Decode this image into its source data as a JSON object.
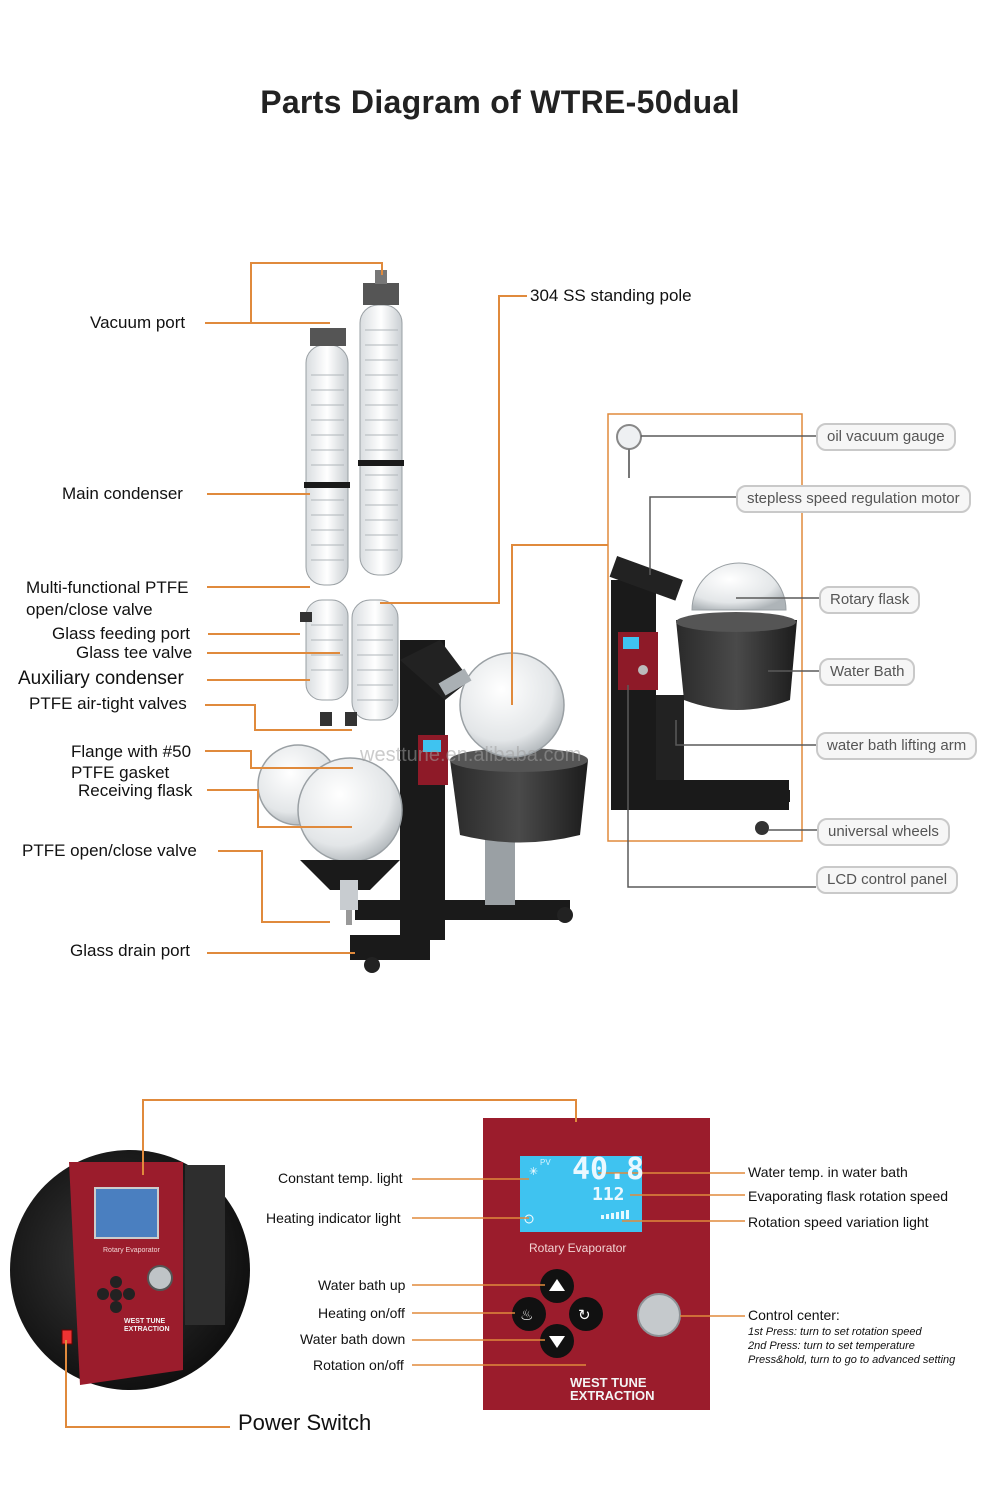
{
  "title": "Parts Diagram of WTRE-50dual",
  "left_labels": {
    "vacuum_port": "Vacuum port",
    "main_condenser": "Main condenser",
    "multi_valve_1": "Multi-functional PTFE",
    "multi_valve_2": "open/close valve",
    "glass_feeding_port": "Glass feeding port",
    "glass_tee_valve": "Glass tee valve",
    "auxiliary_condenser": "Auxiliary condenser",
    "ptfe_airtight": "PTFE air-tight valves",
    "flange_1": "Flange with #50",
    "flange_2": "PTFE gasket",
    "receiving_flask": "Receiving flask",
    "ptfe_open_close": "PTFE open/close valve",
    "glass_drain_port": "Glass drain port"
  },
  "pole_label": "304 SS standing pole",
  "watermark": "westtune.en.alibaba.com",
  "right_labels": {
    "oil_vacuum_gauge": "oil vacuum gauge",
    "motor": "stepless speed regulation motor",
    "rotary_flask": "Rotary flask",
    "water_bath": "Water Bath",
    "lifting_arm": "water bath lifting arm",
    "wheels": "universal wheels",
    "lcd_panel": "LCD control panel"
  },
  "panel_left_labels": {
    "constant_temp": "Constant temp. light",
    "heating_indicator": "Heating indicator light",
    "water_bath_up": "Water bath up",
    "heating_onoff": "Heating on/off",
    "water_bath_down": "Water bath down",
    "rotation_onoff": "Rotation on/off"
  },
  "panel_right_labels": {
    "water_temp": "Water temp. in water bath",
    "rotation_speed": "Evaporating flask rotation speed",
    "speed_variation": "Rotation speed variation light",
    "control_center": "Control center:",
    "press1": "1st Press: turn to set rotation speed",
    "press2": "2nd Press: turn to set temperature",
    "press_hold": "Press&hold, turn to go to advanced setting"
  },
  "power_switch": "Power Switch",
  "panel": {
    "pv": "PV",
    "temp": "40.8",
    "speed": "112",
    "name": "Rotary Evaporator",
    "brand_1": "WEST TUNE",
    "brand_2": "EXTRACTION",
    "inset_name": "Rotary Evaporator",
    "inset_brand_1": "WEST TUNE",
    "inset_brand_2": "EXTRACTION"
  },
  "colors": {
    "leader_line": "#e08a3c",
    "panel_red": "#9b1c2c",
    "lcd_blue": "#3fc3f0",
    "frame_black": "#1a1a1a"
  }
}
